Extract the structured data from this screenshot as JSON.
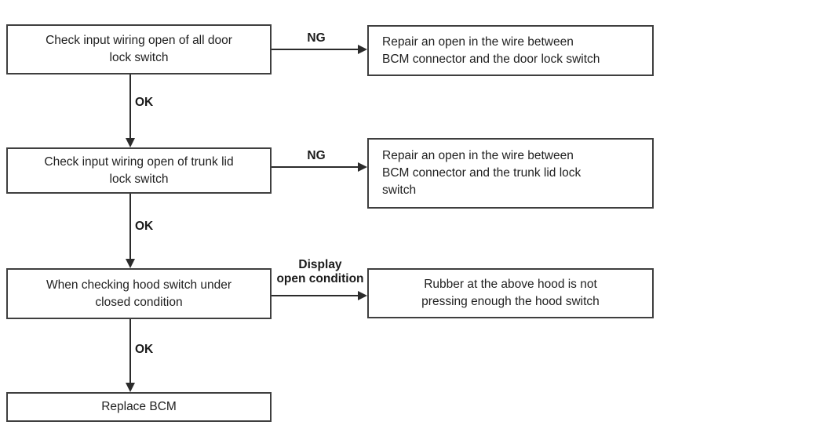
{
  "diagram": {
    "title": "BCM door/trunk/hood switch trouble diagnosis flowchart",
    "colors": {
      "background": "#ffffff",
      "box_border": "#3f3f3f",
      "line": "#2b2b2b",
      "text": "#1f1f1f"
    },
    "nodes": {
      "step1": {
        "label": "Check input wiring open of all door lock switch",
        "lines": [
          "Check input wiring open of all door",
          "lock switch"
        ]
      },
      "repair1": {
        "label": "Repair an open in the wire between BCM connector and the door lock switch",
        "lines": [
          "Repair an open in the wire between",
          "BCM connector and the door lock switch"
        ]
      },
      "step2": {
        "label": "Check input wiring open of trunk lid lock switch",
        "lines": [
          "Check input wiring open of trunk lid",
          "lock switch"
        ]
      },
      "repair2": {
        "label": "Repair an open in the wire between BCM connector and the trunk lid lock switch",
        "lines": [
          "Repair an open in the wire between",
          "BCM connector and the trunk lid lock",
          "switch"
        ]
      },
      "step3": {
        "label": "When checking hood switch under closed condition",
        "lines": [
          "When checking hood switch under",
          "closed condition"
        ]
      },
      "result3": {
        "label": "Rubber at the above hood is not pressing enough the hood switch",
        "lines": [
          "Rubber at the above hood is not",
          "pressing enough the hood switch"
        ]
      },
      "step4": {
        "label": "Replace BCM",
        "lines": [
          "Replace BCM"
        ]
      }
    },
    "labels": {
      "ng1": "NG",
      "ng2": "NG",
      "ok1": "OK",
      "ok2": "OK",
      "ok3": "OK",
      "display_condition_lines": [
        "Display",
        "open condition"
      ]
    }
  }
}
